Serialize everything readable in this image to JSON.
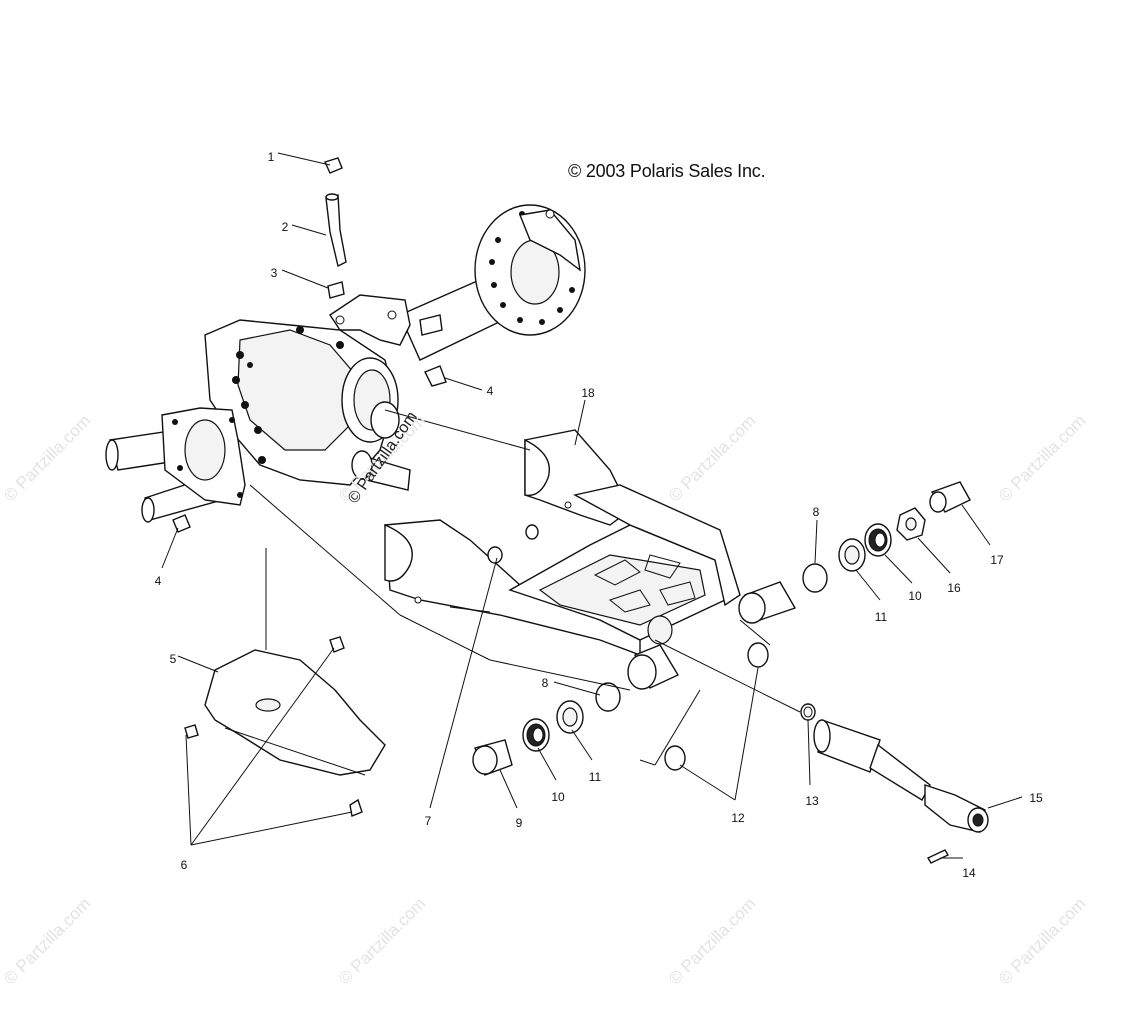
{
  "copyright": "© 2003 Polaris Sales Inc.",
  "watermark": "© Partzilla.com",
  "callouts": [
    {
      "id": "c1",
      "label": "1"
    },
    {
      "id": "c2",
      "label": "2"
    },
    {
      "id": "c3",
      "label": "3"
    },
    {
      "id": "c4a",
      "label": "4"
    },
    {
      "id": "c4b",
      "label": "4"
    },
    {
      "id": "c5",
      "label": "5"
    },
    {
      "id": "c6",
      "label": "6"
    },
    {
      "id": "c7",
      "label": "7"
    },
    {
      "id": "c8a",
      "label": "8"
    },
    {
      "id": "c8b",
      "label": "8"
    },
    {
      "id": "c9",
      "label": "9"
    },
    {
      "id": "c10a",
      "label": "10"
    },
    {
      "id": "c10b",
      "label": "10"
    },
    {
      "id": "c11a",
      "label": "11"
    },
    {
      "id": "c11b",
      "label": "11"
    },
    {
      "id": "c12",
      "label": "12"
    },
    {
      "id": "c13",
      "label": "13"
    },
    {
      "id": "c14",
      "label": "14"
    },
    {
      "id": "c15",
      "label": "15"
    },
    {
      "id": "c16",
      "label": "16"
    },
    {
      "id": "c17",
      "label": "17"
    },
    {
      "id": "c18",
      "label": "18"
    }
  ]
}
